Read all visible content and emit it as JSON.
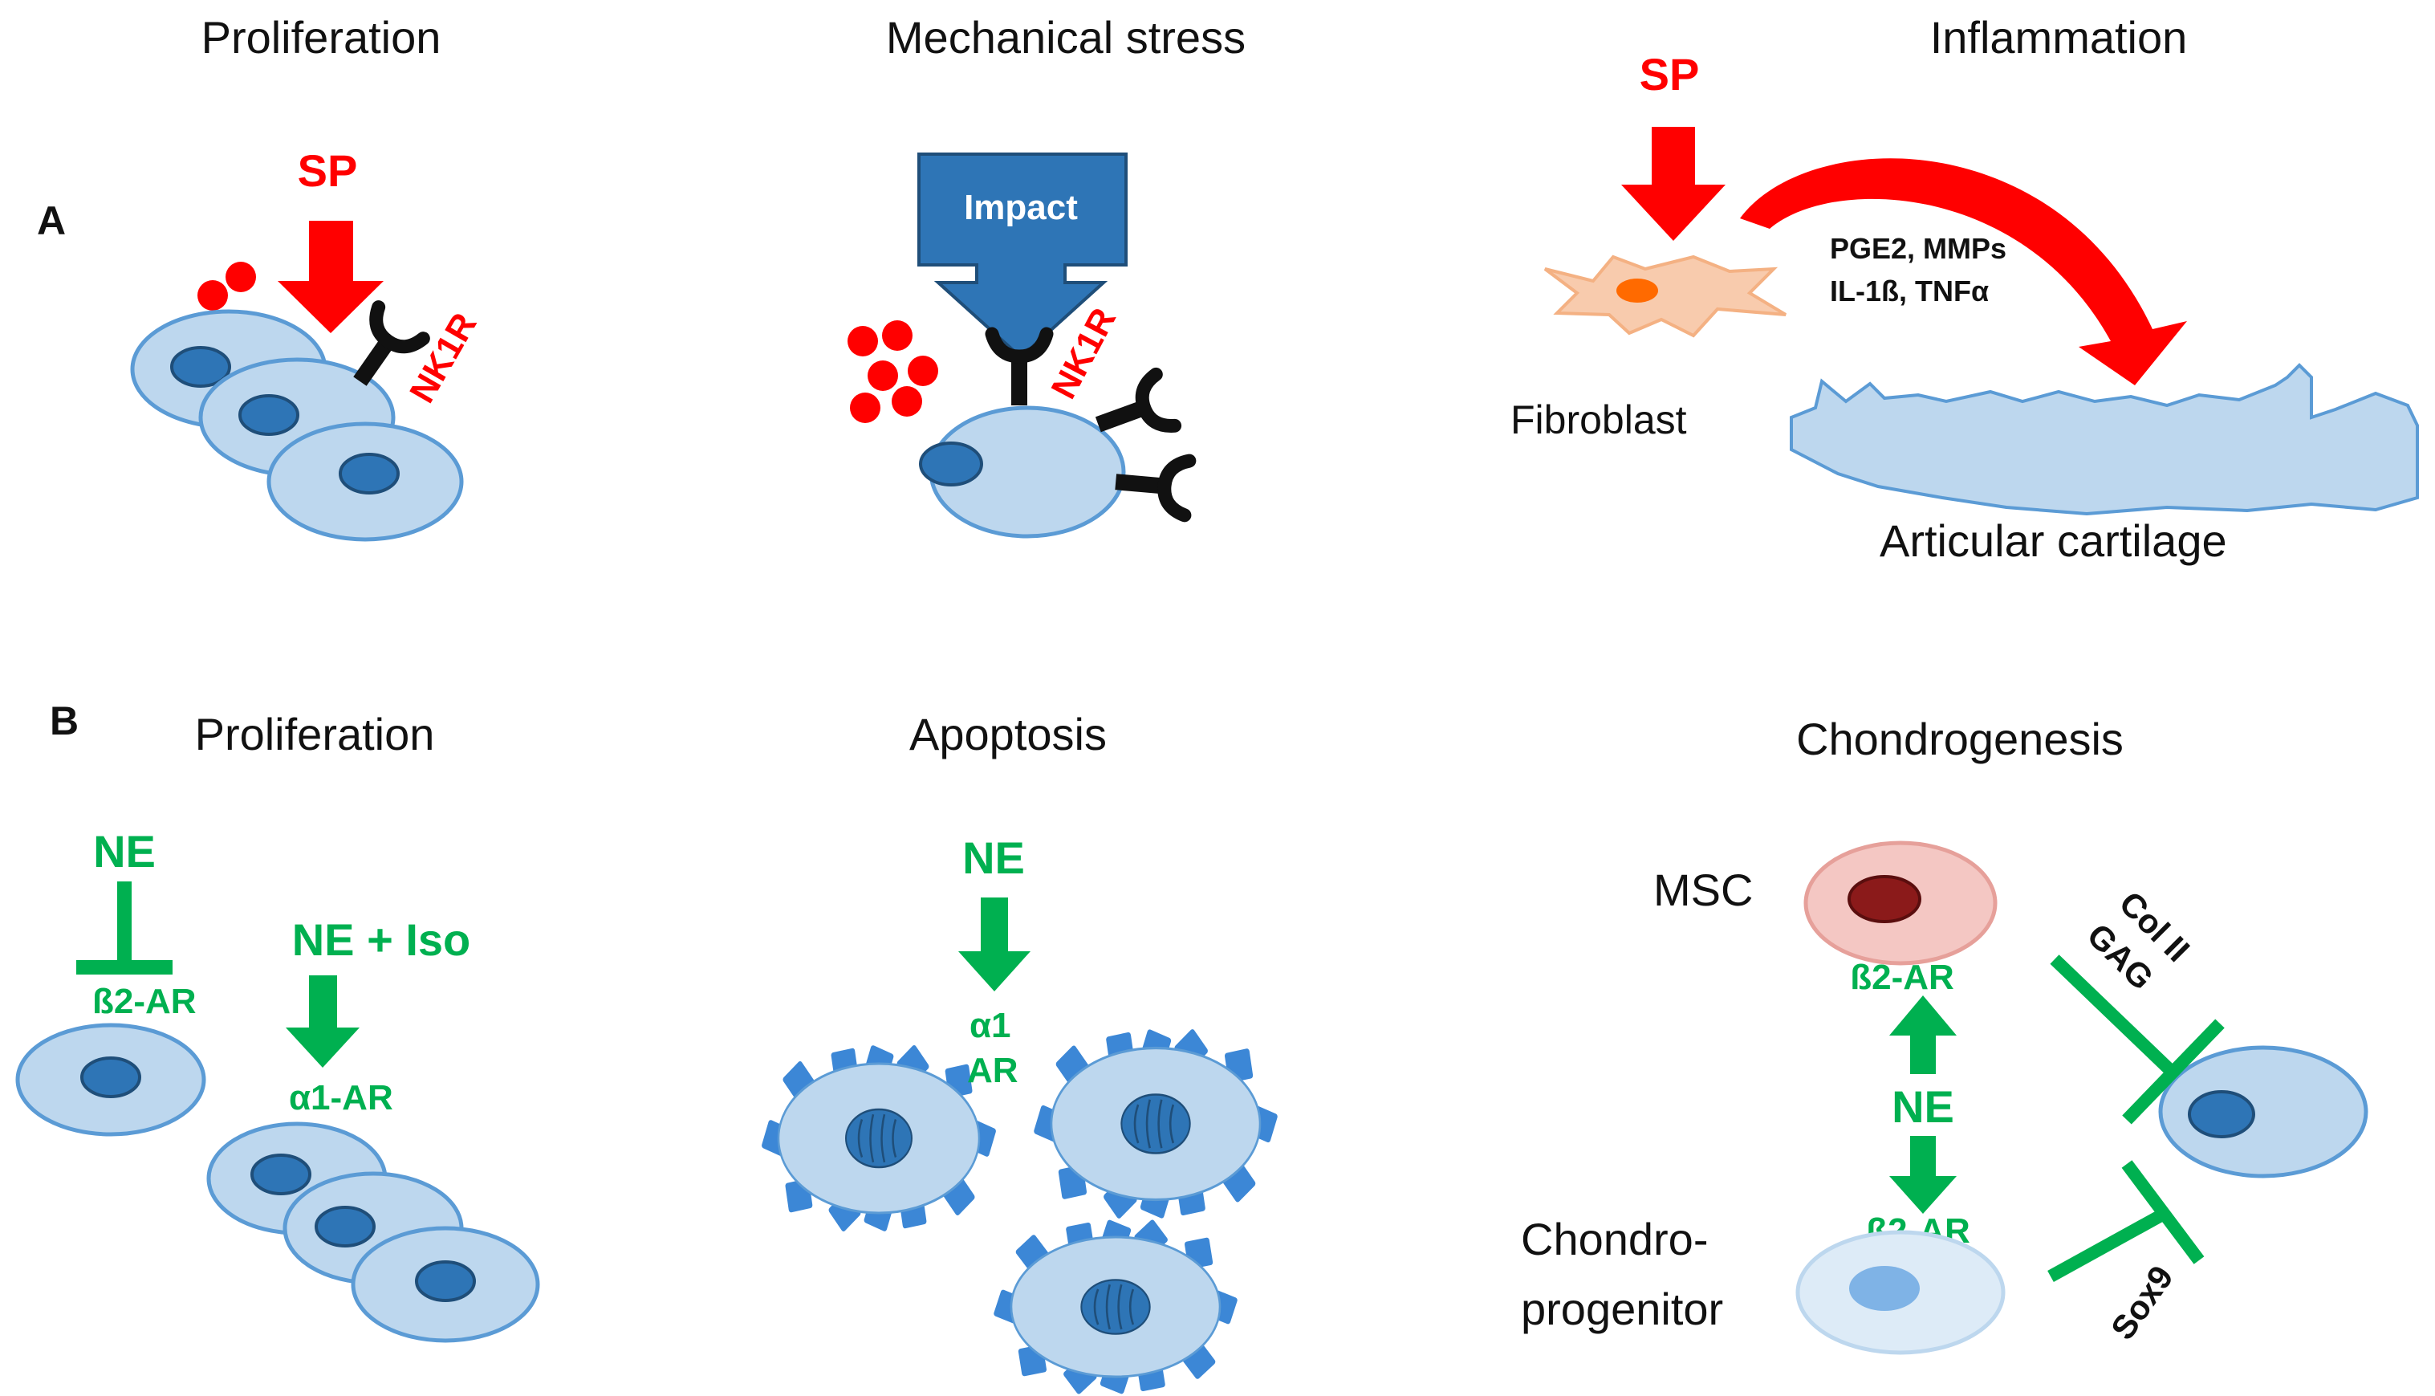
{
  "panels": {
    "A": {
      "letter": "A",
      "proliferation": {
        "title": "Proliferation",
        "ligand": "SP",
        "receptor": "NK1R"
      },
      "mechanical_stress": {
        "title": "Mechanical stress",
        "impact": "Impact",
        "receptor": "NK1R"
      },
      "inflammation": {
        "title": "Inflammation",
        "ligand": "SP",
        "mediators_line1": "PGE2, MMPs",
        "mediators_line2": "IL-1ß, TNFα",
        "cell_label": "Fibroblast",
        "tissue_label": "Articular cartilage"
      }
    },
    "B": {
      "letter": "B",
      "proliferation": {
        "title": "Proliferation",
        "inhibitor": "NE",
        "inhibited_receptor": "ß2-AR",
        "activator": "NE + Iso",
        "activated_receptor": "α1-AR"
      },
      "apoptosis": {
        "title": "Apoptosis",
        "ligand": "NE",
        "receptor_line1": "α1",
        "receptor_line2": "AR"
      },
      "chondrogenesis": {
        "title": "Chondrogenesis",
        "msc_label": "MSC",
        "progenitor_line1": "Chondro-",
        "progenitor_line2": "progenitor",
        "ligand": "NE",
        "receptor_top": "ß2-AR",
        "receptor_bottom": "ß2-AR",
        "upper_markers_line1": "Col II",
        "upper_markers_line2": "GAG",
        "lower_marker": "Sox9"
      }
    }
  },
  "colors": {
    "sp_red": "#ff0000",
    "ne_green": "#00b050",
    "cell_fill": "#bdd7ee",
    "cell_stroke": "#5b9bd5",
    "nucleus": "#2e75b6",
    "impact_box": "#2e75b6",
    "fibroblast": "#f8cbad",
    "msc_fill": "#f4c7c3"
  }
}
